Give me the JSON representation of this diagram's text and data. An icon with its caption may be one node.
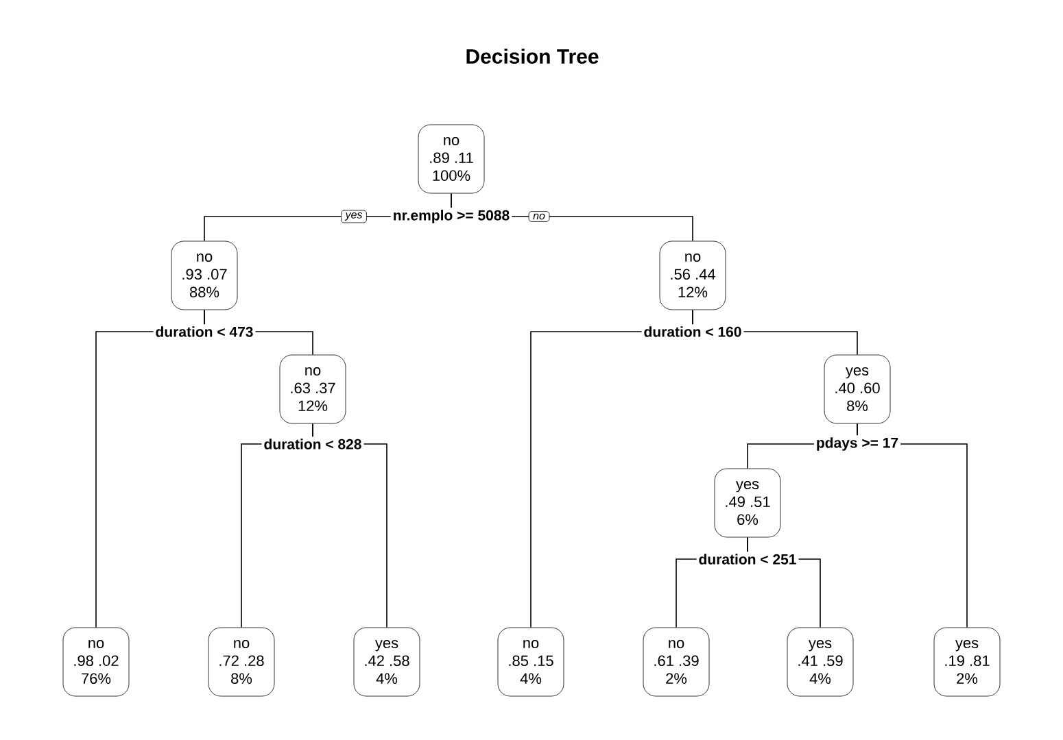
{
  "diagram": {
    "title": "Decision Tree",
    "nodes": [
      {
        "text": [
          "no",
          ".89  .11",
          "100%"
        ],
        "beside": [
          "nr.emplo >= 5088"
        ]
      },
      {
        "text": [
          "no",
          ".93  .07",
          "88%"
        ],
        "beside": [
          "duration < 473"
        ]
      },
      {
        "text": [
          "no",
          ".56  .44",
          "12%"
        ],
        "beside": [
          "duration < 160"
        ]
      },
      {
        "text": [
          "no",
          ".63  .37",
          "12%"
        ],
        "beside": [
          "duration < 828"
        ]
      },
      {
        "text": [
          "yes",
          ".40  .60",
          "8%"
        ],
        "beside": [
          "pdays >= 17"
        ]
      },
      {
        "text": [
          "yes",
          ".49  .51",
          "6%"
        ],
        "beside": [
          "duration < 251"
        ]
      },
      {
        "text": [
          "no",
          ".98  .02",
          "76%"
        ]
      },
      {
        "text": [
          "no",
          ".72  .28",
          "8%"
        ]
      },
      {
        "text": [
          "yes",
          ".42  .58",
          "4%"
        ]
      },
      {
        "text": [
          "no",
          ".85  .15",
          "4%"
        ]
      },
      {
        "text": [
          "no",
          ".61  .39",
          "2%"
        ]
      },
      {
        "text": [
          "yes",
          ".41  .59",
          "4%"
        ]
      },
      {
        "text": [
          "yes",
          ".19  .81",
          "2%"
        ]
      }
    ],
    "edges": [
      {
        "from": 0,
        "to": 1,
        "arrow": "none",
        "label": "yes"
      },
      {
        "from": 0,
        "to": 2,
        "arrow": "none",
        "label": "no"
      },
      {
        "from": 1,
        "to": 6,
        "arrow": "none"
      },
      {
        "from": 1,
        "to": 3,
        "arrow": "none"
      },
      {
        "from": 3,
        "to": 7,
        "arrow": "none"
      },
      {
        "from": 3,
        "to": 8,
        "arrow": "none"
      },
      {
        "from": 2,
        "to": 9,
        "arrow": "none"
      },
      {
        "from": 2,
        "to": 4,
        "arrow": "none"
      },
      {
        "from": 4,
        "to": 5,
        "arrow": "none"
      },
      {
        "from": 4,
        "to": 12,
        "arrow": "none"
      },
      {
        "from": 5,
        "to": 10,
        "arrow": "none"
      },
      {
        "from": 5,
        "to": 11,
        "arrow": "none"
      }
    ]
  }
}
